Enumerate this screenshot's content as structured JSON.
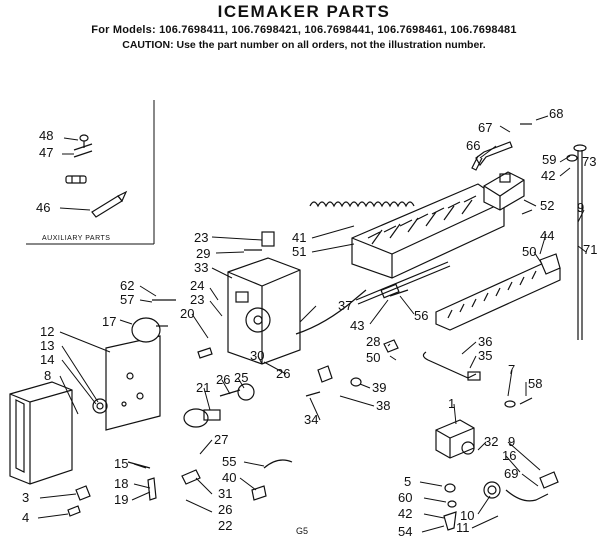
{
  "header": {
    "title": "ICEMAKER PARTS",
    "models_line": "For Models: 106.7698411, 106.7698421, 106.7698441, 106.7698461, 106.7698481",
    "caution_line": "CAUTION: Use the part number on all orders, not the illustration number."
  },
  "auxiliary_box": {
    "caption": "AUXILIARY PARTS",
    "labels": [
      "48",
      "47",
      "46"
    ]
  },
  "part_labels": [
    "68",
    "67",
    "66",
    "59",
    "73",
    "42",
    "52",
    "9",
    "71",
    "44",
    "50",
    "23",
    "29",
    "33",
    "41",
    "51",
    "24",
    "23",
    "20",
    "62",
    "57",
    "17",
    "12",
    "13",
    "14",
    "8",
    "37",
    "43",
    "56",
    "28",
    "50",
    "36",
    "35",
    "7",
    "58",
    "21",
    "26",
    "25",
    "30",
    "26",
    "39",
    "38",
    "34",
    "1",
    "15",
    "18",
    "27",
    "55",
    "40",
    "31",
    "26",
    "22",
    "19",
    "3",
    "4",
    "32",
    "9",
    "16",
    "69",
    "5",
    "60",
    "42",
    "10",
    "11",
    "54"
  ],
  "page_code": "G5"
}
